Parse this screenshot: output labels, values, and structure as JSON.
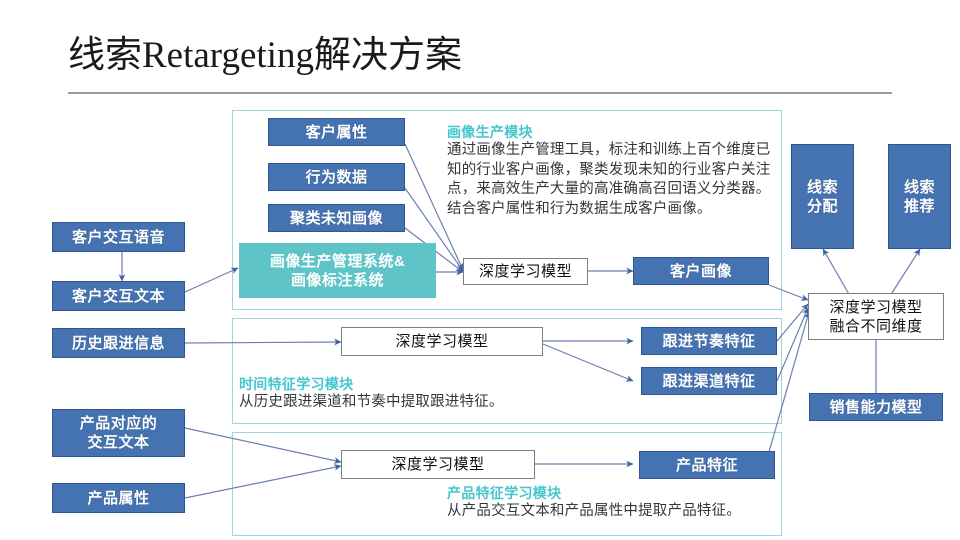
{
  "page": {
    "title": "线索Retargeting解决方案"
  },
  "inputs": {
    "customer_voice": "客户交互语音",
    "customer_text": "客户交互文本",
    "history_followup": "历史跟进信息",
    "product_text_line1": "产品对应的",
    "product_text_line2": "交互文本",
    "product_attr": "产品属性"
  },
  "portrait_section": {
    "attr_box": "客户属性",
    "behavior_box": "行为数据",
    "cluster_box": "聚类未知画像",
    "system_box_line1": "画像生产管理系统&",
    "system_box_line2": "画像标注系统",
    "model_box": "深度学习模型",
    "output_box": "客户画像",
    "note_head": "画像生产模块",
    "note_body": "通过画像生产管理工具，标注和训练上百个维度已知的行业客户画像，聚类发现未知的行业客户关注点，来高效生产大量的高准确高召回语义分类器。结合客户属性和行为数据生成客户画像。"
  },
  "time_section": {
    "model_box": "深度学习模型",
    "output_rhythm": "跟进节奏特征",
    "output_channel": "跟进渠道特征",
    "note_head": "时间特征学习模块",
    "note_body": "从历史跟进渠道和节奏中提取跟进特征。"
  },
  "product_section": {
    "model_box": "深度学习模型",
    "output_box": "产品特征",
    "note_head": "产品特征学习模块",
    "note_body": "从产品交互文本和产品属性中提取产品特征。"
  },
  "outputs": {
    "lead_alloc_line1": "线索",
    "lead_alloc_line2": "分配",
    "lead_recommend_line1": "线索",
    "lead_recommend_line2": "推荐",
    "fusion_line1": "深度学习模型",
    "fusion_line2": "融合不同维度",
    "sales_capability": "销售能力模型"
  },
  "colors": {
    "blue_fill": "#4573b1",
    "blue_border": "#2f578f",
    "teal_fill": "#5ec4c8",
    "teal_heading": "#45c6cf",
    "panel_border": "#9fd6dd",
    "arrow": "#6b7fb5",
    "white_box_border": "#7f7f7f"
  }
}
